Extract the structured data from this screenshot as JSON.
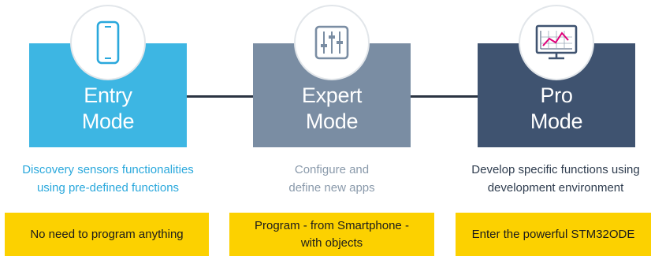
{
  "connectors": [
    "entry-to-expert",
    "expert-to-pro"
  ],
  "modes": [
    {
      "id": "entry",
      "icon": "smartphone-icon",
      "color": "#3db6e3",
      "title_line1": "Entry",
      "title_line2": "Mode",
      "desc_line1": "Discovery sensors functionalities",
      "desc_line2": "using pre-defined functions",
      "banner_line1": "No need to program anything",
      "banner_line2": ""
    },
    {
      "id": "expert",
      "icon": "equalizer-sliders-icon",
      "color": "#7a8da3",
      "title_line1": "Expert",
      "title_line2": "Mode",
      "desc_line1": "Configure and",
      "desc_line2": "define new apps",
      "banner_line1": "Program - from Smartphone -",
      "banner_line2": "with objects"
    },
    {
      "id": "pro",
      "icon": "monitor-chart-icon",
      "color": "#3f5370",
      "title_line1": "Pro",
      "title_line2": "Mode",
      "desc_line1": "Develop specific functions using",
      "desc_line2": "development environment",
      "banner_line1": "Enter the powerful STM32ODE",
      "banner_line2": ""
    }
  ],
  "banner_color": "#fcd100"
}
